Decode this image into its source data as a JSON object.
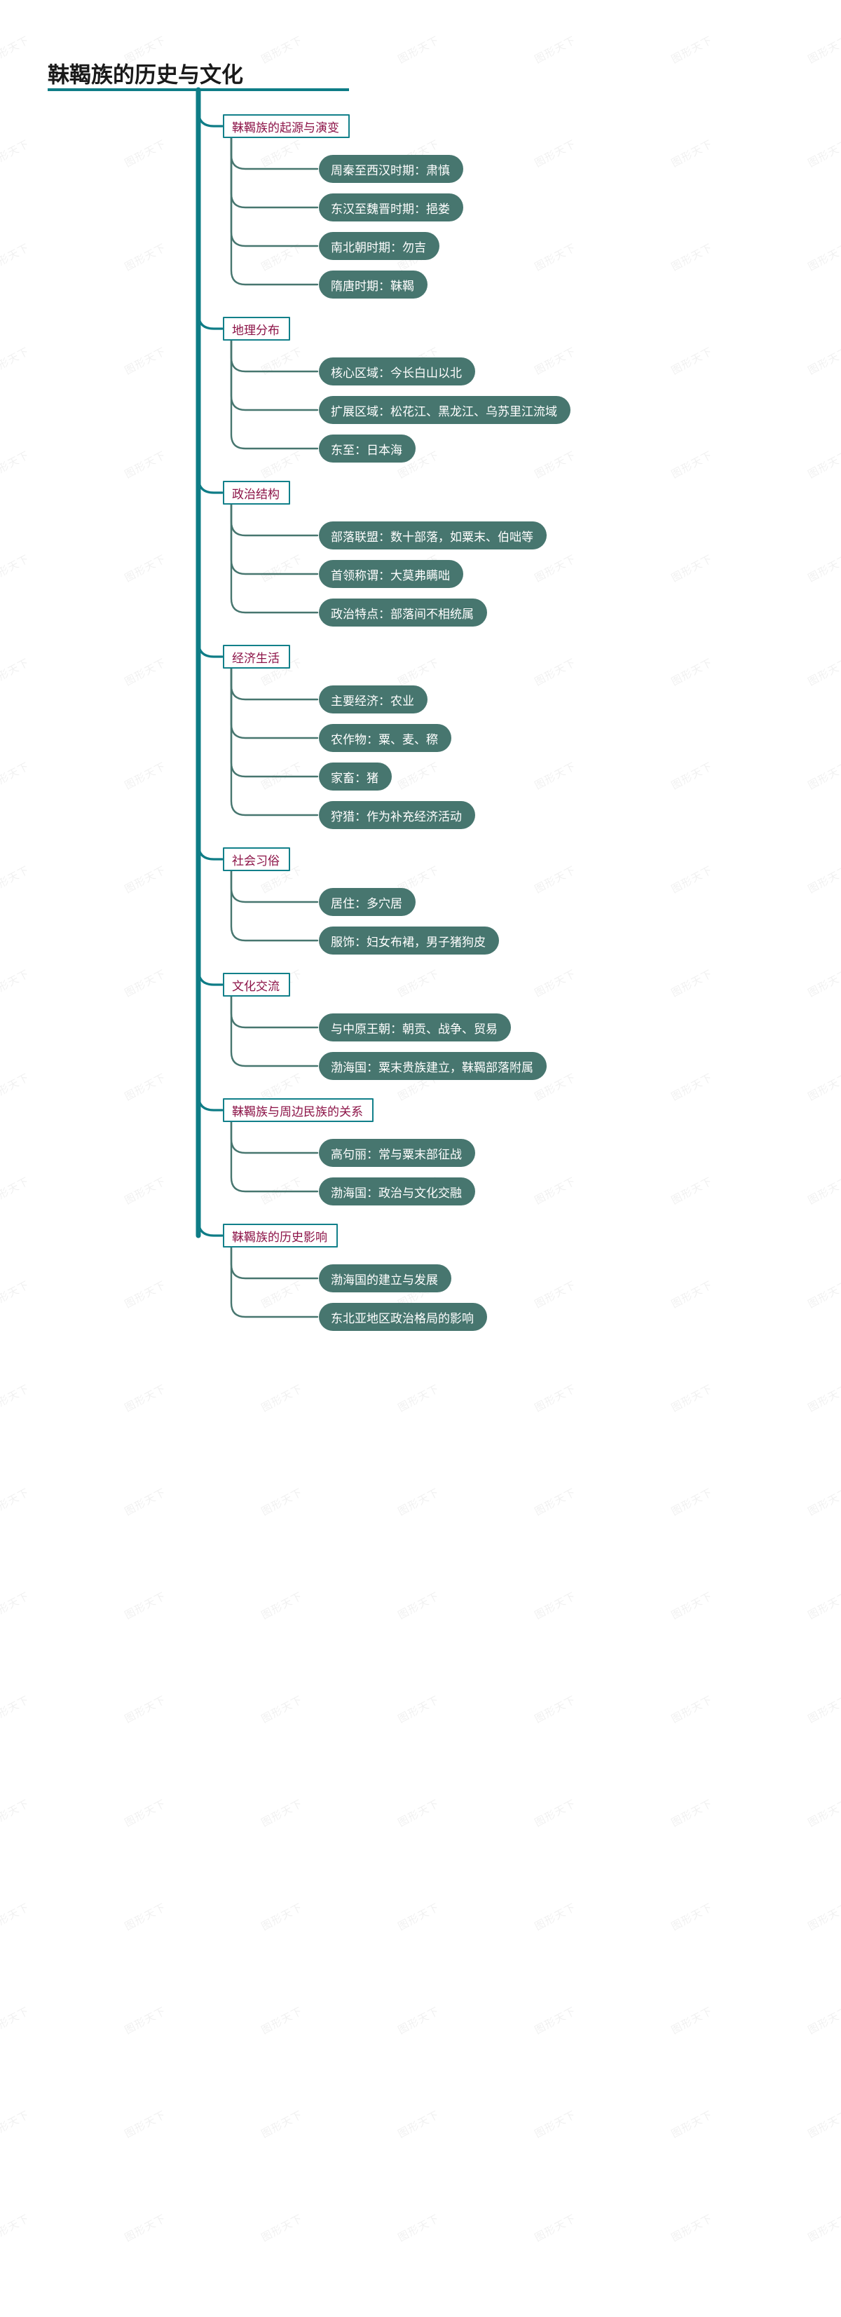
{
  "document": {
    "type": "mindmap",
    "title": "靺鞨族的历史与文化",
    "watermark": "图形天下",
    "colors": {
      "trunk": "#0e7c86",
      "branch": "#47766f",
      "level1_border": "#12808a",
      "level1_text": "#8c1347",
      "level1_fill": "#ffffff",
      "leaf_fill": "#47766f",
      "leaf_text": "#ffffff",
      "title_text": "#1a1a1a",
      "title_rule": "#0e7c86",
      "background": "#ffffff"
    }
  },
  "branches": [
    {
      "label": "靺鞨族的起源与演变",
      "children": [
        "周秦至西汉时期：肃慎",
        "东汉至魏晋时期：挹娄",
        "南北朝时期：勿吉",
        "隋唐时期：靺鞨"
      ]
    },
    {
      "label": "地理分布",
      "children": [
        "核心区域：今长白山以北",
        "扩展区域：松花江、黑龙江、乌苏里江流域",
        "东至：日本海"
      ]
    },
    {
      "label": "政治结构",
      "children": [
        "部落联盟：数十部落，如粟末、伯咄等",
        "首领称谓：大莫弗瞒咄",
        "政治特点：部落间不相统属"
      ]
    },
    {
      "label": "经济生活",
      "children": [
        "主要经济：农业",
        "农作物：粟、麦、穄",
        "家畜：猪",
        "狩猎：作为补充经济活动"
      ]
    },
    {
      "label": "社会习俗",
      "children": [
        "居住：多穴居",
        "服饰：妇女布裙，男子猪狗皮"
      ]
    },
    {
      "label": "文化交流",
      "children": [
        "与中原王朝：朝贡、战争、贸易",
        "渤海国：粟末贵族建立，靺鞨部落附属"
      ]
    },
    {
      "label": "靺鞨族与周边民族的关系",
      "children": [
        "高句丽：常与粟末部征战",
        "渤海国：政治与文化交融"
      ]
    },
    {
      "label": "靺鞨族的历史影响",
      "children": [
        "渤海国的建立与发展",
        "东北亚地区政治格局的影响"
      ]
    }
  ]
}
